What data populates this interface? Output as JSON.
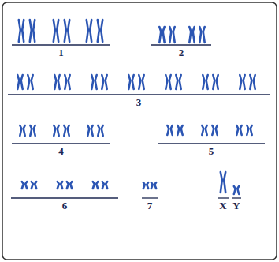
{
  "diagram": {
    "labels": [
      "1",
      "2",
      "3",
      "4",
      "5",
      "6",
      "7",
      "X",
      "Y"
    ]
  }
}
